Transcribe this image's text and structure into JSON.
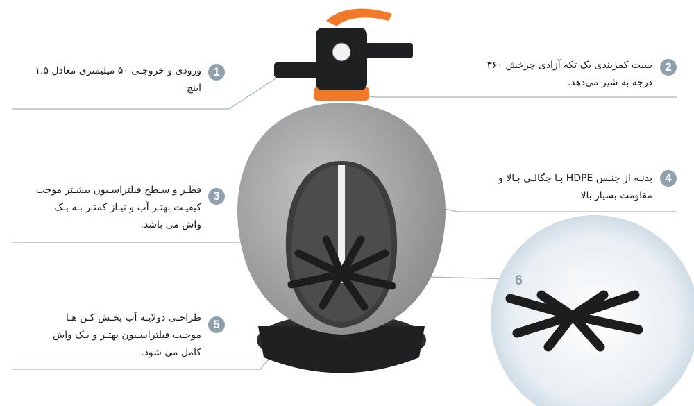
{
  "features": [
    {
      "number": "1",
      "lines": [
        "ورودی و خروجـی ۵۰ میلیمتری معادل ۱.۵",
        "اینچ"
      ]
    },
    {
      "number": "2",
      "lines": [
        "بست کمربندی یک تکه آزادی چرخش ۳۶۰",
        "درجه به شیر می‌دهد."
      ]
    },
    {
      "number": "3",
      "lines": [
        "قطـر و سـطح فیلتراسـیون بیشـتر موجب",
        "کیفیـت بهتـر آب و نیـاز کمتـر بـه بـک",
        "واش می باشد."
      ]
    },
    {
      "number": "4",
      "lines": [
        "بدنـه از جنـس HDPE بـا چگالـی بـالا و",
        "مقاومت بسیار بالا"
      ]
    },
    {
      "number": "5",
      "lines": [
        "طراحـی دولایـه آب پخـش کـن هـا",
        "موجـب فیلتراسـیون بهتـر و بـک واش",
        "کامل می شود."
      ]
    },
    {
      "number": "6"
    }
  ],
  "colors": {
    "badge": "#8fa1ae",
    "leader_line": "#9fb3bf",
    "tank": "#a9aaab",
    "valve_handle": "#f07a2a",
    "base": "#2a2c2e"
  }
}
